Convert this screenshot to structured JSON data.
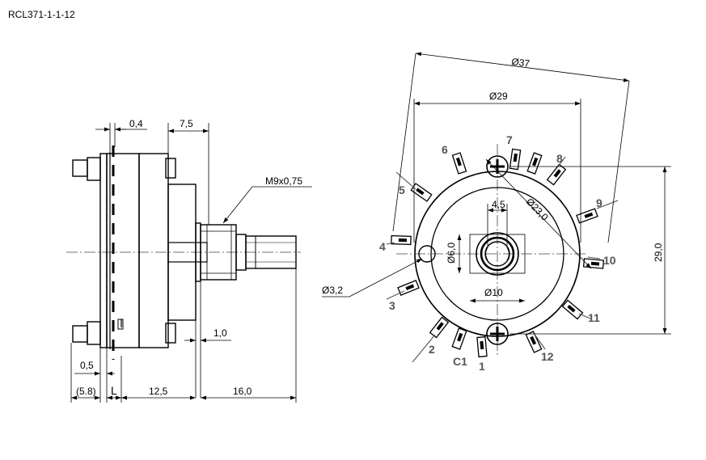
{
  "part_number": "RCL371-1-1-12",
  "side_view": {
    "dim_0_4": "0,4",
    "dim_7_5": "7,5",
    "thread": "M9x0,75",
    "dim_1_0": "1,0",
    "dim_0_5": "0,5",
    "dim_5_8": "(5.8)",
    "dim_L": "L",
    "dim_12_5": "12,5",
    "dim_16_0": "16,0"
  },
  "front_view": {
    "dia_37": "Ø37",
    "dia_29": "Ø29",
    "dim_4_5": "4,5",
    "dia_23": "Ø23,0",
    "dia_6": "Ø6,0",
    "dia_10": "Ø10",
    "dia_3_2": "Ø3,2",
    "dim_29": "29,0",
    "pins": [
      "1",
      "2",
      "3",
      "4",
      "5",
      "6",
      "7",
      "8",
      "9",
      "10",
      "11",
      "12",
      "C1"
    ]
  }
}
